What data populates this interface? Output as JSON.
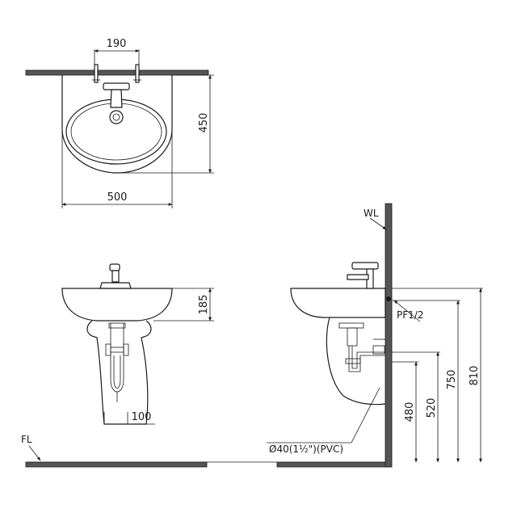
{
  "dimensions": {
    "tap_spacing": "190",
    "basin_depth": "450",
    "basin_width": "500",
    "basin_height": "185",
    "pedestal_width": "100",
    "height_480": "480",
    "height_520": "520",
    "height_750": "750",
    "height_810": "810"
  },
  "labels": {
    "wall_line": "WL",
    "floor_line": "FL",
    "supply_fitting": "PF1/2",
    "drain_pipe": "Ø40(1½\")(PVC)"
  }
}
